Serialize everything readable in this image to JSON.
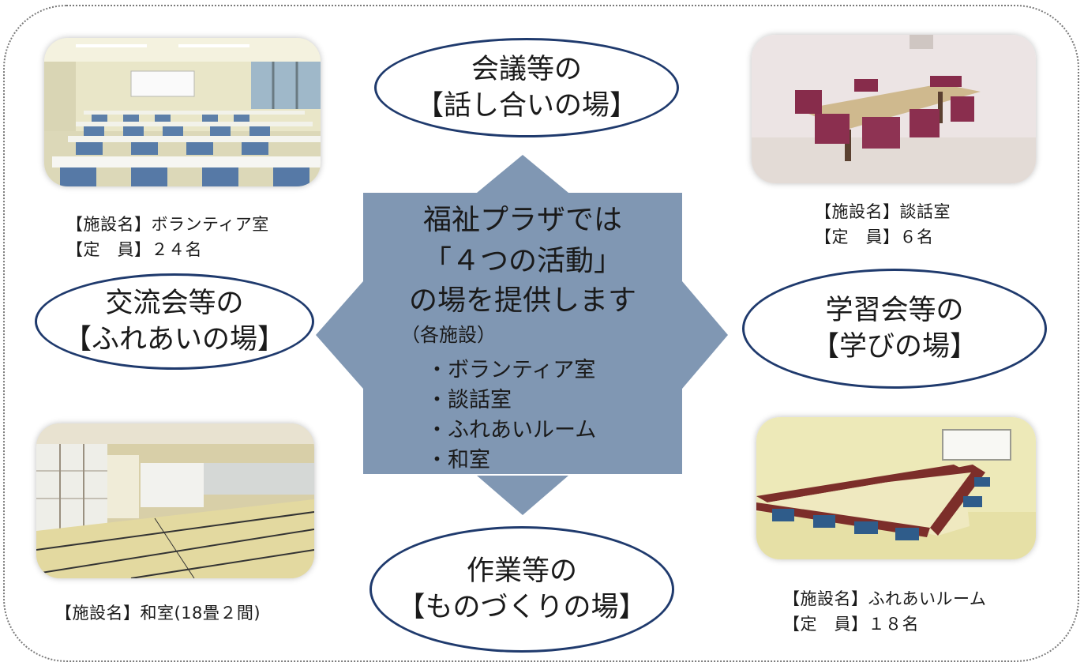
{
  "center": {
    "title_line1": "福祉プラザでは",
    "title_line2": "「４つの活動」",
    "title_line3": "の場を提供します",
    "facilities_heading": "（各施設）",
    "facilities": [
      "・ボランティア室",
      "・談話室",
      "・ふれあいルーム",
      "・和室"
    ]
  },
  "activities": {
    "top": {
      "line1": "会議等の",
      "line2": "【話し合いの場】"
    },
    "left": {
      "line1": "交流会等の",
      "line2": "【ふれあいの場】"
    },
    "right": {
      "line1": "学習会等の",
      "line2": "【学びの場】"
    },
    "bottom": {
      "line1": "作業等の",
      "line2": "【ものづくりの場】"
    }
  },
  "rooms": {
    "volunteer": {
      "name": "【施設名】ボランティア室",
      "capacity": "【定　員】２４名"
    },
    "conversation": {
      "name": "【施設名】談話室",
      "capacity": "【定　員】６名"
    },
    "japanese": {
      "name": "【施設名】和室(18畳２間)"
    },
    "fureai": {
      "name": "【施設名】ふれあいルーム",
      "capacity": "【定　員】１８名"
    }
  },
  "colors": {
    "center_fill": "#8097b3",
    "ellipse_border": "#1f3a6d"
  }
}
